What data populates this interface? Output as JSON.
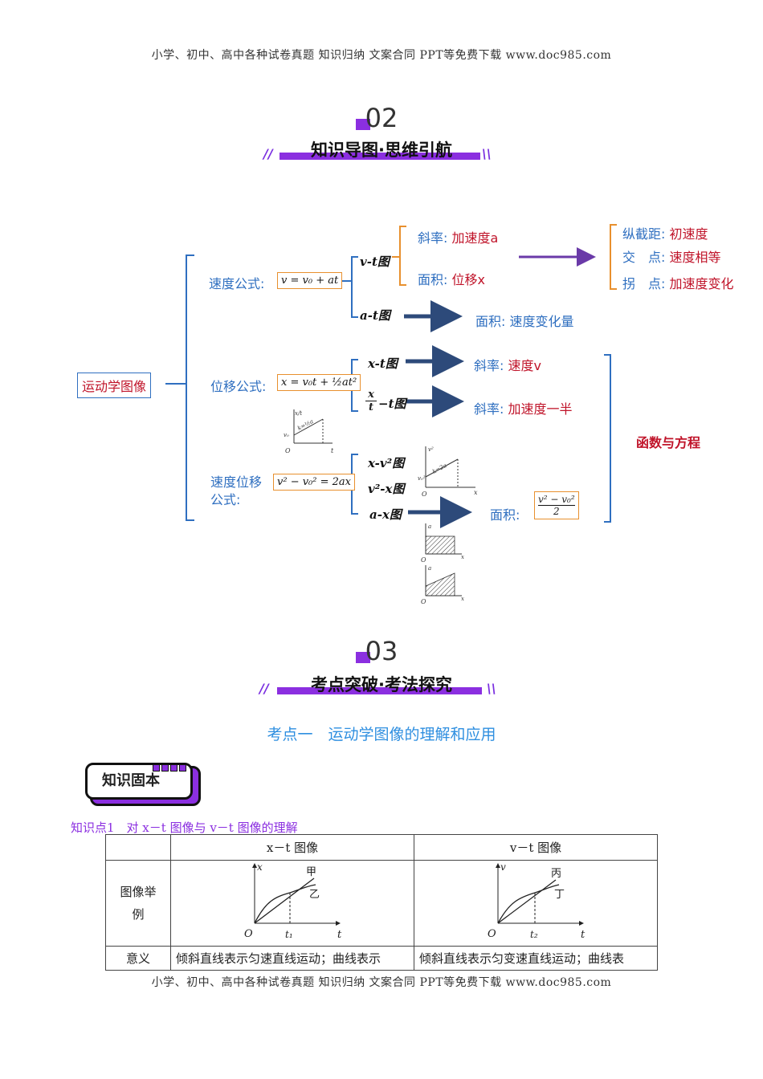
{
  "header_text": "小学、初中、高中各种试卷真题  知识归纳  文案合同  PPT等免费下载      www.doc985.com",
  "footer_text": "小学、初中、高中各种试卷真题  知识归纳  文案合同  PPT等免费下载      www.doc985.com",
  "section2": {
    "number": "02",
    "title": "知识导图·思维引航"
  },
  "section3": {
    "number": "03",
    "title": "考点突破·考法探究"
  },
  "colors": {
    "accent_purple": "#8b2fe0",
    "bracket_blue": "#2f6fc0",
    "bracket_orange": "#e8902e",
    "arrow_navy": "#2d4a7a",
    "text_red": "#c0142a"
  },
  "mindmap": {
    "root": "运动学图像",
    "velocity": {
      "label": "速度公式:",
      "formula": "v = v₀ + at",
      "vt_graph": "v-t图",
      "slope_label": "斜率:",
      "slope_value": "加速度a",
      "area_label": "面积:",
      "area_value": "位移x",
      "intercept_label": "纵截距:",
      "intercept_value": "初速度",
      "cross_label": "交　点:",
      "cross_value": "速度相等",
      "inflect_label": "拐　点:",
      "inflect_value": "加速度变化",
      "at_graph": "a-t图",
      "at_area": "面积:  速度变化量"
    },
    "displacement": {
      "label": "位移公式:",
      "formula": "x = v₀t + ½at²",
      "xt_graph": "x-t图",
      "xt_slope_label": "斜率:",
      "xt_slope_value": "速度v",
      "xtt_graph_suffix": "−t图",
      "xtt_slope_label": "斜率:",
      "xtt_slope_value": "加速度一半",
      "mini_k": "k=½a"
    },
    "velocity_displacement": {
      "label_line1": "速度位移",
      "label_line2": "公式:",
      "formula": "v² − v₀² = 2ax",
      "xv2_graph": "x-v²图",
      "v2x_graph": "v²-x图",
      "ax_graph": "a-x图",
      "ax_area_label": "面积:",
      "ax_area_num": "v² − v₀²",
      "ax_area_den": "2",
      "mini_k": "k=2a"
    },
    "function_eq": "函数与方程"
  },
  "topic1_title": "考点一　运动学图像的理解和应用",
  "badge": "知识固本",
  "point1_title": "知识点1　对 x－t 图像与 v－t 图像的理解",
  "table": {
    "col1_header": "x－t 图像",
    "col2_header": "v－t 图像",
    "row1_label": "图像举例",
    "row2_label": "意义",
    "row2_col1": "倾斜直线表示匀速直线运动；曲线表示",
    "row2_col2": "倾斜直线表示匀变速直线运动；曲线表",
    "graph1": {
      "y": "x",
      "x": "t",
      "origin": "O",
      "tick": "t₁",
      "curve1": "甲",
      "curve2": "乙"
    },
    "graph2": {
      "y": "v",
      "x": "t",
      "origin": "O",
      "tick": "t₂",
      "curve1": "丙",
      "curve2": "丁"
    }
  }
}
